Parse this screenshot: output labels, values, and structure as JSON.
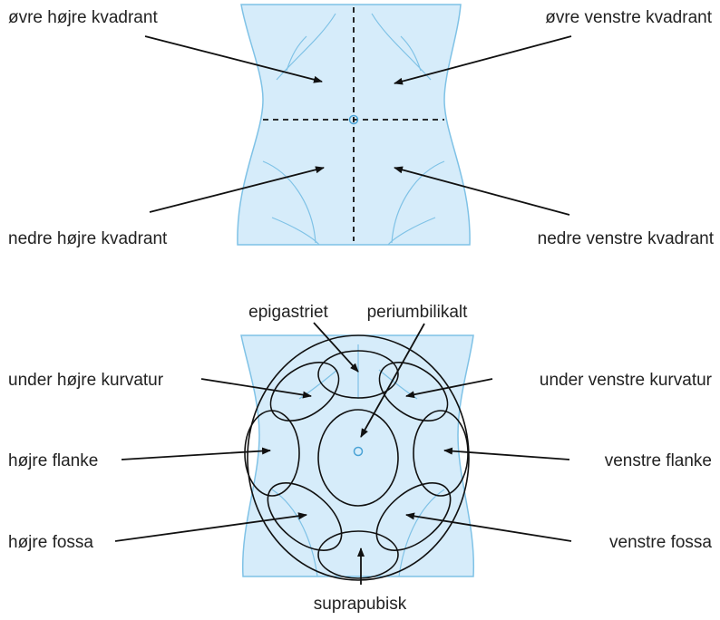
{
  "colors": {
    "torso_fill": "#d6ecfa",
    "torso_outline": "#7fc2e6",
    "line": "#111111",
    "label": "#222222"
  },
  "figure_top": {
    "labels": {
      "upper_right": "øvre højre kvadrant",
      "upper_left": "øvre venstre kvadrant",
      "lower_right": "nedre højre kvadrant",
      "lower_left": "nedre venstre kvadrant"
    }
  },
  "figure_bottom": {
    "labels": {
      "epigastric": "epigastriet",
      "periumbilical": "periumbilikalt",
      "right_costal": "under højre kurvatur",
      "left_costal": "under venstre kurvatur",
      "right_flank": "højre flanke",
      "left_flank": "venstre flanke",
      "right_fossa": "højre fossa",
      "left_fossa": "venstre fossa",
      "suprapubic": "suprapubisk"
    }
  }
}
